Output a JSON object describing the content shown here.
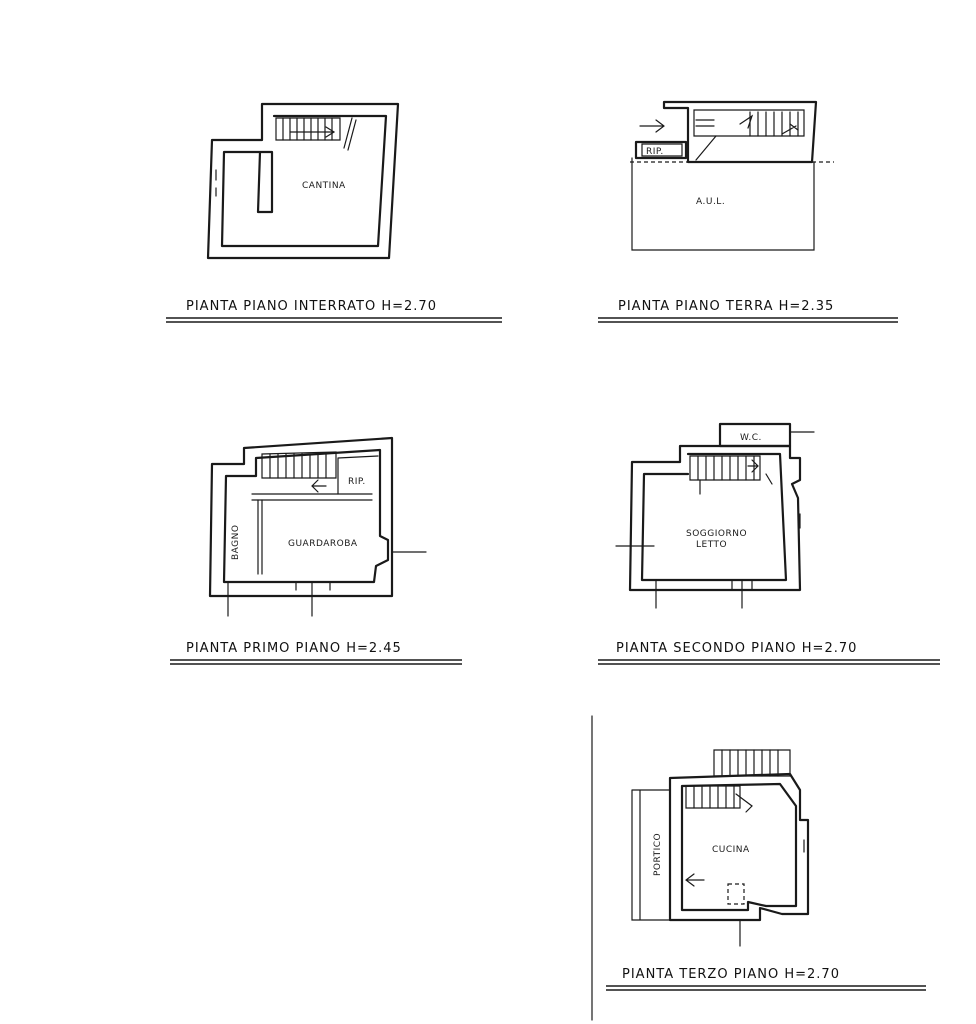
{
  "plans": [
    {
      "id": "interrato",
      "title": "PIANTA PIANO INTERRATO H=2.70",
      "rooms": [
        "CANTINA"
      ]
    },
    {
      "id": "terra",
      "title": "PIANTA PIANO TERRA H=2.35",
      "rooms": [
        "RIP.",
        "A.U.L."
      ]
    },
    {
      "id": "primo",
      "title": "PIANTA PRIMO PIANO H=2.45",
      "rooms": [
        "BAGNO",
        "GUARDAROBA",
        "RIP."
      ]
    },
    {
      "id": "secondo",
      "title": "PIANTA SECONDO PIANO H=2.70",
      "rooms": [
        "W.C.",
        "SOGGIORNO",
        "LETTO"
      ]
    },
    {
      "id": "terzo",
      "title": "PIANTA TERZO PIANO H=2.70",
      "rooms": [
        "PORTICO",
        "CUCINA"
      ]
    }
  ]
}
